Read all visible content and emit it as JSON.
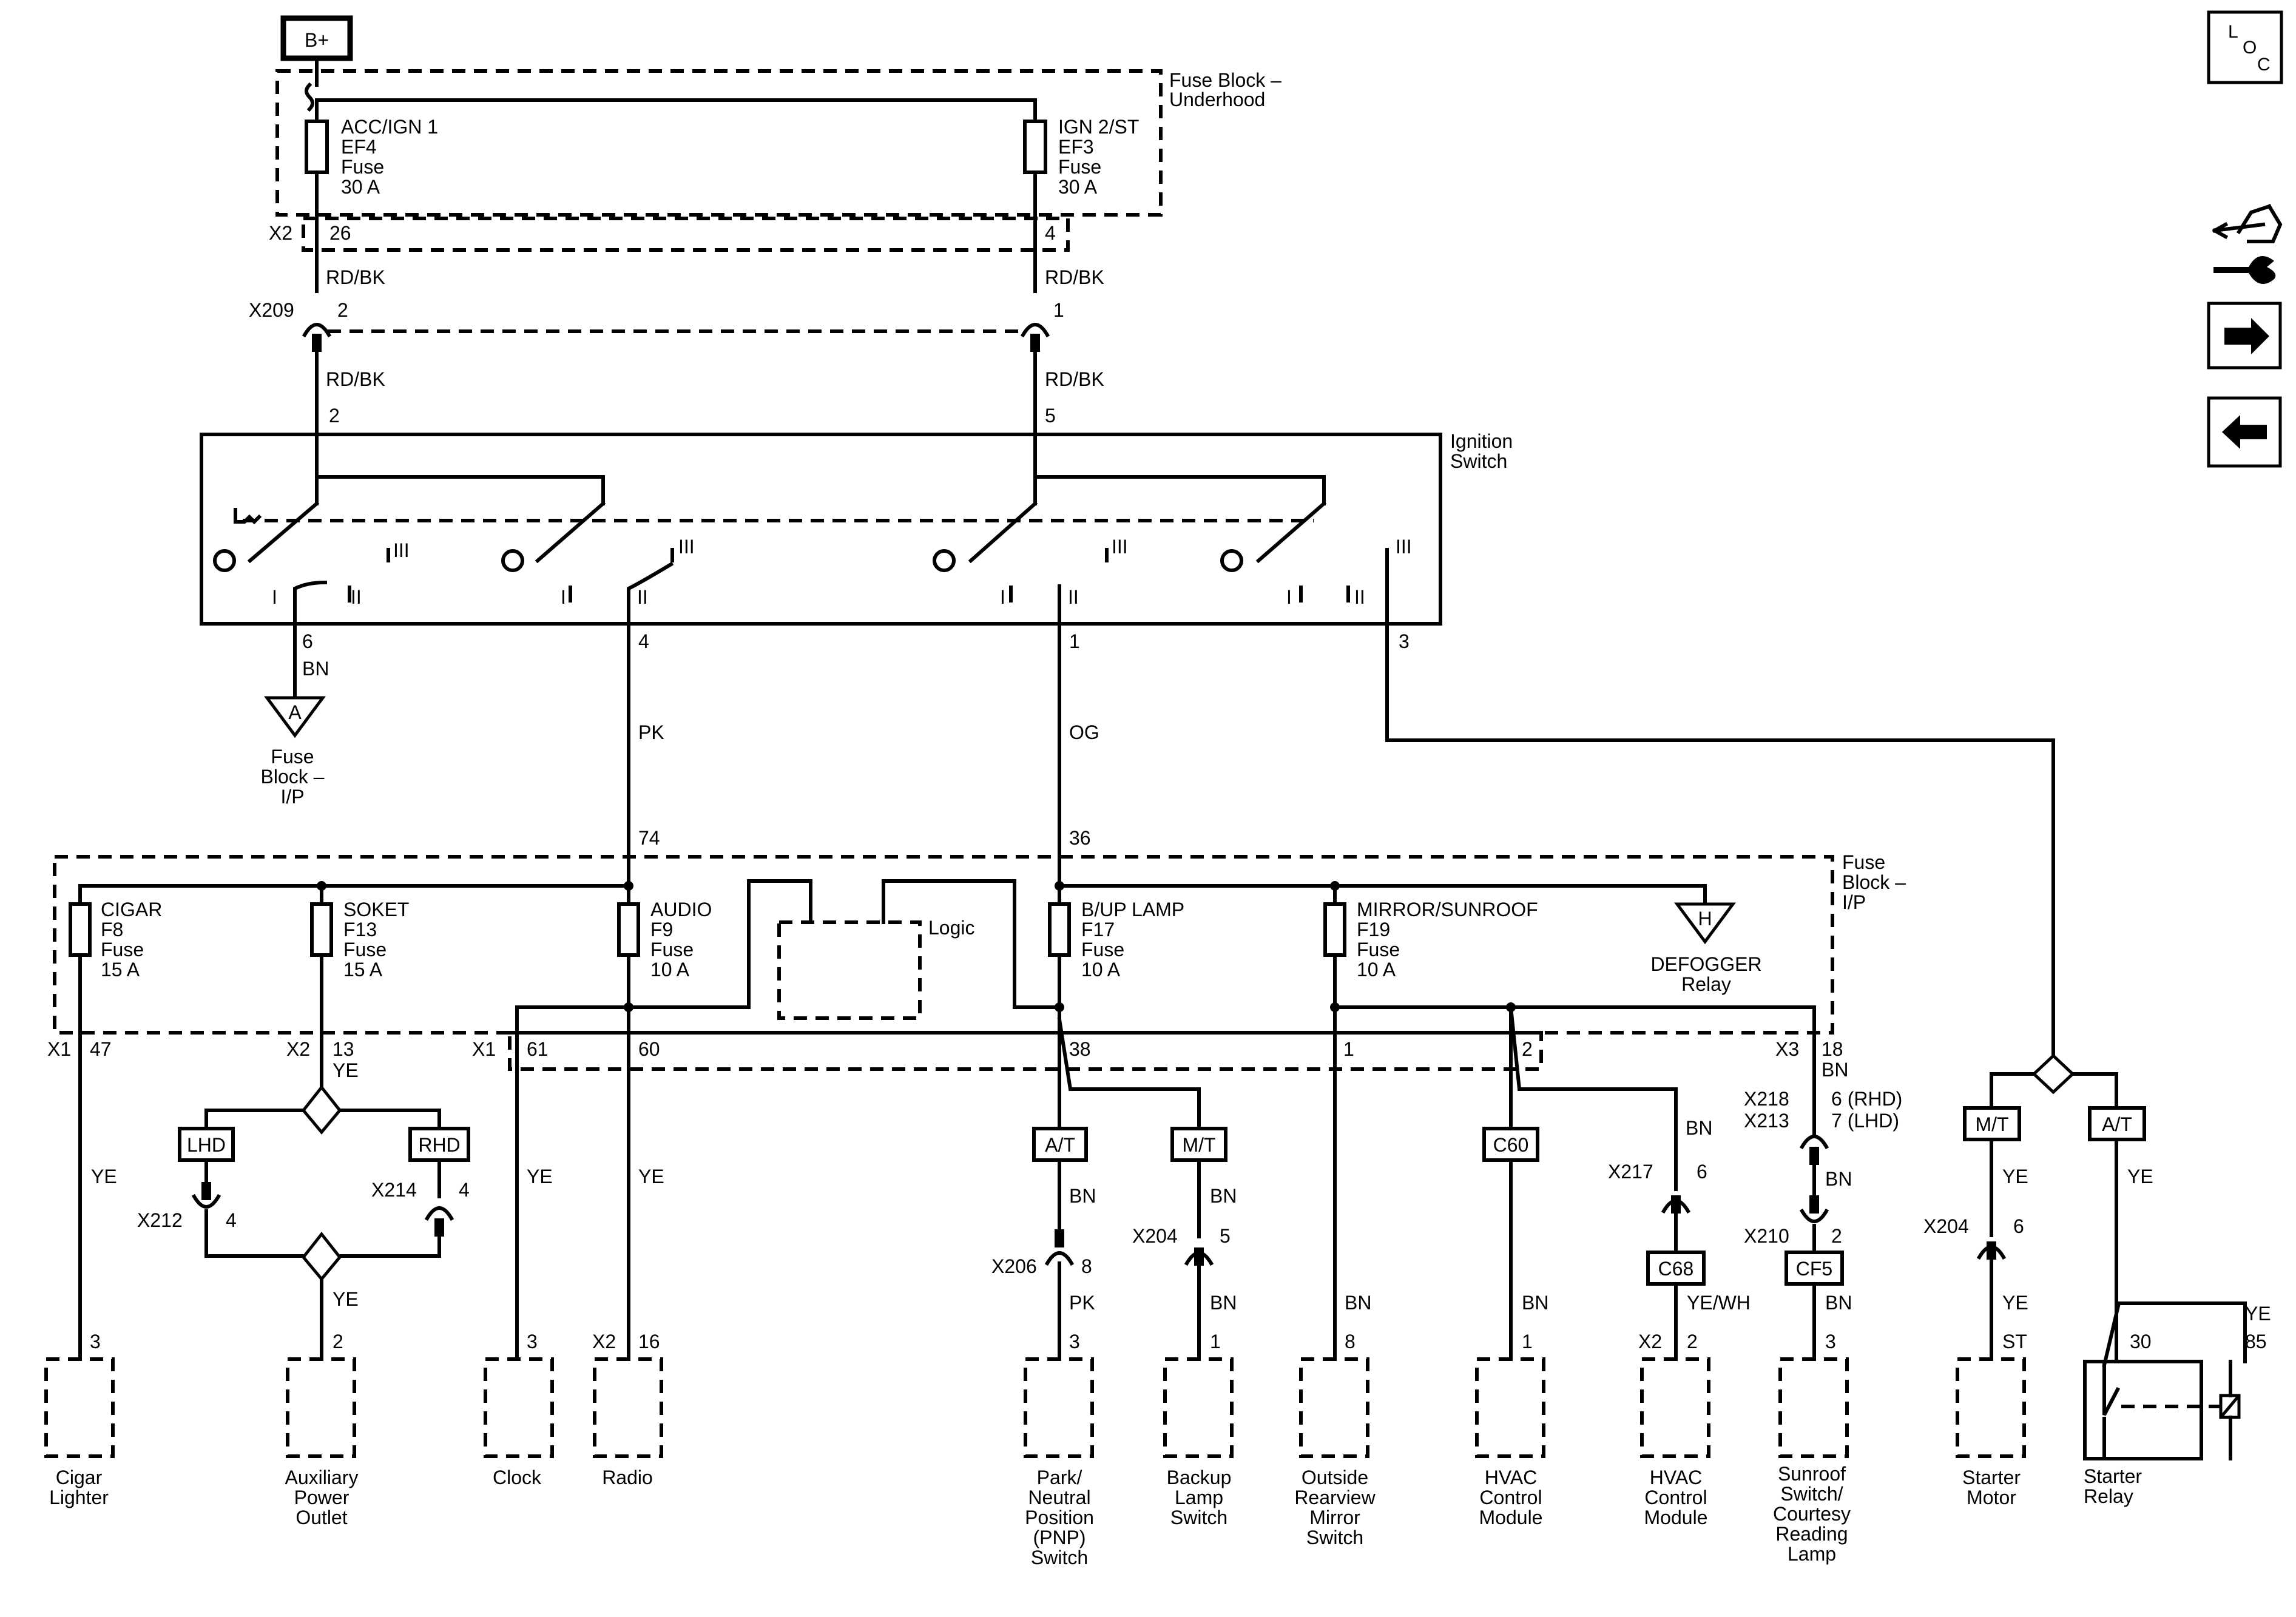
{
  "power": {
    "label": "B+"
  },
  "loc_icon": {
    "text_l": "L",
    "text_o": "O",
    "text_c": "C"
  },
  "nav": {
    "left_arrow": "arrow-left-icon",
    "right_arrow": "arrow-right-icon",
    "tools": "wrench-icon"
  },
  "fuse_block_underhood": {
    "label_line1": "Fuse Block –",
    "label_line2": "Underhood",
    "fuse_left": {
      "name": "ACC/IGN 1",
      "id": "EF4",
      "type": "Fuse",
      "rating": "30 A"
    },
    "fuse_right": {
      "name": "IGN 2/ST",
      "id": "EF3",
      "type": "Fuse",
      "rating": "30 A"
    },
    "connector": "X2",
    "pin_left": "26",
    "pin_right": "4"
  },
  "wire_rdbk": "RD/BK",
  "x209": {
    "label": "X209",
    "pin_left": "2",
    "pin_right": "1"
  },
  "ignition_switch": {
    "label_line1": "Ignition",
    "label_line2": "Switch",
    "pin_top_left": "2",
    "pin_top_right": "5",
    "pos_I": "I",
    "pos_II": "II",
    "pos_III": "III"
  },
  "outputs": {
    "pin6": "6",
    "wire6": "BN",
    "pin4": "4",
    "wire4": "PK",
    "pin1": "1",
    "wire1": "OG",
    "pin3": "3"
  },
  "ref_a": {
    "letter": "A",
    "line1": "Fuse",
    "line2": "Block –",
    "line3": "I/P"
  },
  "fuse_block_ip": {
    "label_line1": "Fuse",
    "label_line2": "Block –",
    "label_line3": "I/P",
    "pin74": "74",
    "pin36": "36",
    "logic": "Logic",
    "fuses": [
      {
        "name": "CIGAR",
        "id": "F8",
        "type": "Fuse",
        "rating": "15 A"
      },
      {
        "name": "SOKET",
        "id": "F13",
        "type": "Fuse",
        "rating": "15 A"
      },
      {
        "name": "AUDIO",
        "id": "F9",
        "type": "Fuse",
        "rating": "10 A"
      },
      {
        "name": "B/UP LAMP",
        "id": "F17",
        "type": "Fuse",
        "rating": "10 A"
      },
      {
        "name": "MIRROR/SUNROOF",
        "id": "F19",
        "type": "Fuse",
        "rating": "10 A"
      }
    ],
    "relay_letter": "H",
    "relay_line1": "DEFOGGER",
    "relay_line2": "Relay"
  },
  "bottom_conn": {
    "x1a": "X1",
    "p47": "47",
    "x2a": "X2",
    "p13": "13",
    "ye": "YE",
    "x1b": "X1",
    "p61": "61",
    "p60": "60",
    "p38": "38",
    "p1": "1",
    "p2": "2",
    "x3": "X3",
    "p18": "18",
    "bn": "BN"
  },
  "options": {
    "lhd": "LHD",
    "rhd": "RHD",
    "at": "A/T",
    "mt": "M/T",
    "c60": "C60",
    "c68": "C68",
    "cf5": "CF5"
  },
  "inline": {
    "x212": "X212",
    "p212": "4",
    "x214": "X214",
    "p214": "4",
    "x206": "X206",
    "p206": "8",
    "x204a": "X204",
    "p204a": "5",
    "x217": "X217",
    "p217": "6",
    "x218": "X218",
    "x213": "X213",
    "p218": "6 (RHD)",
    "p213": "7 (LHD)",
    "x210": "X210",
    "p210": "2",
    "x204b": "X204",
    "p204b": "6"
  },
  "wires": {
    "ye": "YE",
    "bn": "BN",
    "pk": "PK",
    "yewh": "YE/WH",
    "st": "ST"
  },
  "components": [
    {
      "pin": "3",
      "conn": "",
      "line1": "Cigar",
      "line2": "Lighter",
      "line3": "",
      "line4": "",
      "line5": ""
    },
    {
      "pin": "2",
      "conn": "",
      "line1": "Auxiliary",
      "line2": "Power",
      "line3": "Outlet",
      "line4": "",
      "line5": ""
    },
    {
      "pin": "3",
      "conn": "",
      "line1": "Clock",
      "line2": "",
      "line3": "",
      "line4": "",
      "line5": ""
    },
    {
      "pin": "16",
      "conn": "X2",
      "line1": "Radio",
      "line2": "",
      "line3": "",
      "line4": "",
      "line5": ""
    },
    {
      "pin": "3",
      "conn": "",
      "line1": "Park/",
      "line2": "Neutral",
      "line3": "Position",
      "line4": "(PNP)",
      "line5": "Switch"
    },
    {
      "pin": "1",
      "conn": "",
      "line1": "Backup",
      "line2": "Lamp",
      "line3": "Switch",
      "line4": "",
      "line5": ""
    },
    {
      "pin": "8",
      "conn": "",
      "line1": "Outside",
      "line2": "Rearview",
      "line3": "Mirror",
      "line4": "Switch",
      "line5": ""
    },
    {
      "pin": "1",
      "conn": "",
      "line1": "HVAC",
      "line2": "Control",
      "line3": "Module",
      "line4": "",
      "line5": ""
    },
    {
      "pin": "2",
      "conn": "X2",
      "line1": "HVAC",
      "line2": "Control",
      "line3": "Module",
      "line4": "",
      "line5": ""
    },
    {
      "pin": "3",
      "conn": "",
      "line1": "Sunroof",
      "line2": "Switch/",
      "line3": "Courtesy",
      "line4": "Reading",
      "line5": "Lamp"
    },
    {
      "pin": "",
      "conn": "",
      "line1": "Starter",
      "line2": "Motor",
      "line3": "",
      "line4": "",
      "line5": ""
    },
    {
      "pin": "",
      "conn": "",
      "line1": "Starter",
      "line2": "Relay",
      "line3": "",
      "line4": "",
      "line5": ""
    }
  ],
  "starter_relay": {
    "p30": "30",
    "p85": "85",
    "ye": "YE"
  }
}
